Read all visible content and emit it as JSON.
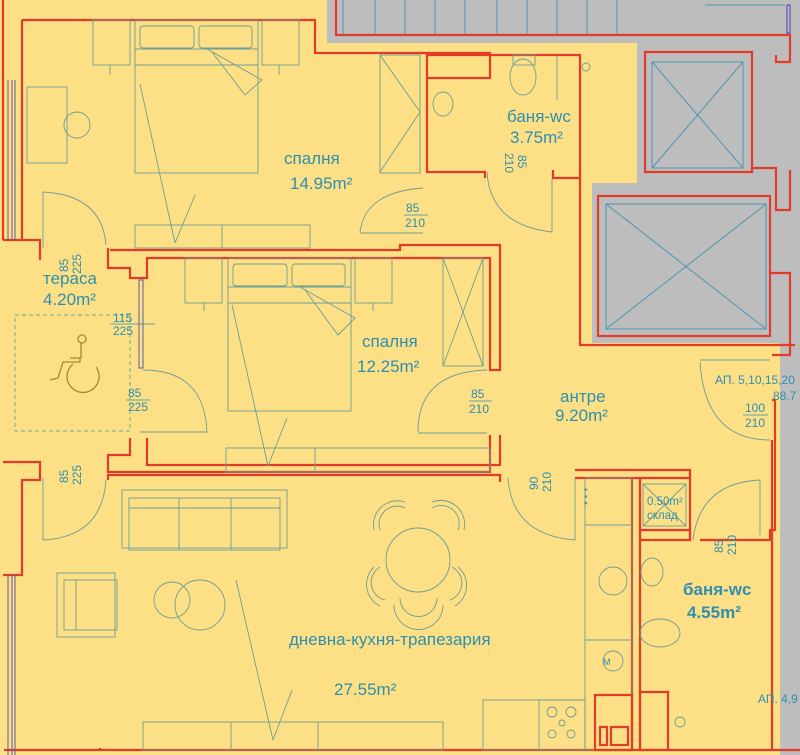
{
  "plan": {
    "background_color": "#fde086",
    "common_area_color": "#bdbdbd",
    "wall_color": "#e23b2a",
    "label_color": "#2e8fb0",
    "furniture_color": "#6d9e94"
  },
  "rooms": {
    "bedroom1": {
      "name": "спалня",
      "area": "14.95m²"
    },
    "bath1": {
      "name": "баня-wc",
      "area": "3.75m²"
    },
    "terrace": {
      "name": "тераса",
      "area": "4.20m²"
    },
    "bedroom2": {
      "name": "спалня",
      "area": "12.25m²"
    },
    "hall": {
      "name": "антре",
      "area": "9.20m²"
    },
    "storage": {
      "name": "склад",
      "area": "0.50m²"
    },
    "bath2": {
      "name": "баня-wc",
      "area": "4.55m²"
    },
    "living": {
      "name": "дневна-кухня-трапезария",
      "area": "27.55m²"
    }
  },
  "doors": {
    "bath1": {
      "w": "85",
      "h": "210"
    },
    "bedroom1": {
      "w": "85",
      "h": "210"
    },
    "terrace_top": {
      "w": "85",
      "h": "225"
    },
    "terrace_window": {
      "w": "115",
      "h": "225"
    },
    "terrace_bedroom2": {
      "w": "85",
      "h": "225"
    },
    "terrace_bottom": {
      "w": "85",
      "h": "225"
    },
    "bedroom2": {
      "w": "85",
      "h": "210"
    },
    "entrance": {
      "w": "100",
      "h": "210"
    },
    "living": {
      "w": "90",
      "h": "210"
    },
    "bath2": {
      "w": "85",
      "h": "210"
    }
  },
  "apartment_labels": {
    "main": "АП. 5,10,15,20",
    "main_area": "88.7",
    "lower": "АП. 4,9"
  },
  "symbols": {
    "oven": "M",
    "stars": "* * *"
  }
}
